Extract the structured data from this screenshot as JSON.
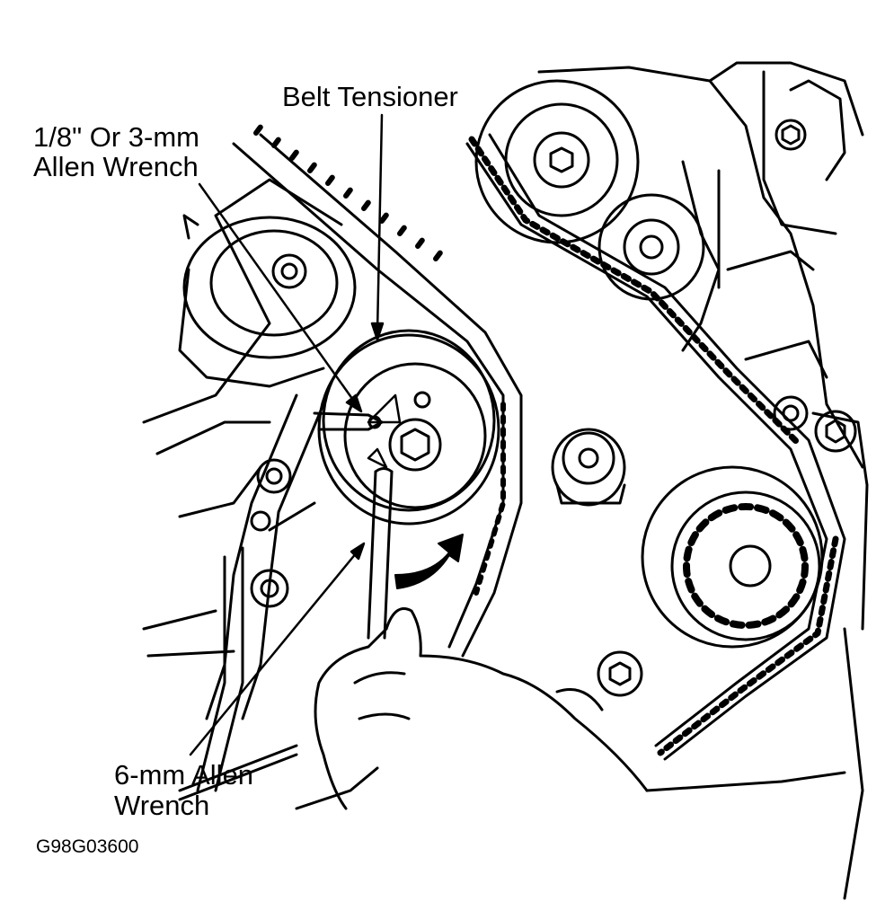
{
  "labels": {
    "belt_tensioner": "Belt Tensioner",
    "allen_wrench_small_line1": "1/8\" Or 3-mm",
    "allen_wrench_small_line2": "Allen Wrench",
    "allen_wrench_6mm_line1": "6-mm Allen",
    "allen_wrench_6mm_line2": "Wrench"
  },
  "figure_code": "G98G03600",
  "colors": {
    "ink": "#000000",
    "paper": "#ffffff"
  }
}
